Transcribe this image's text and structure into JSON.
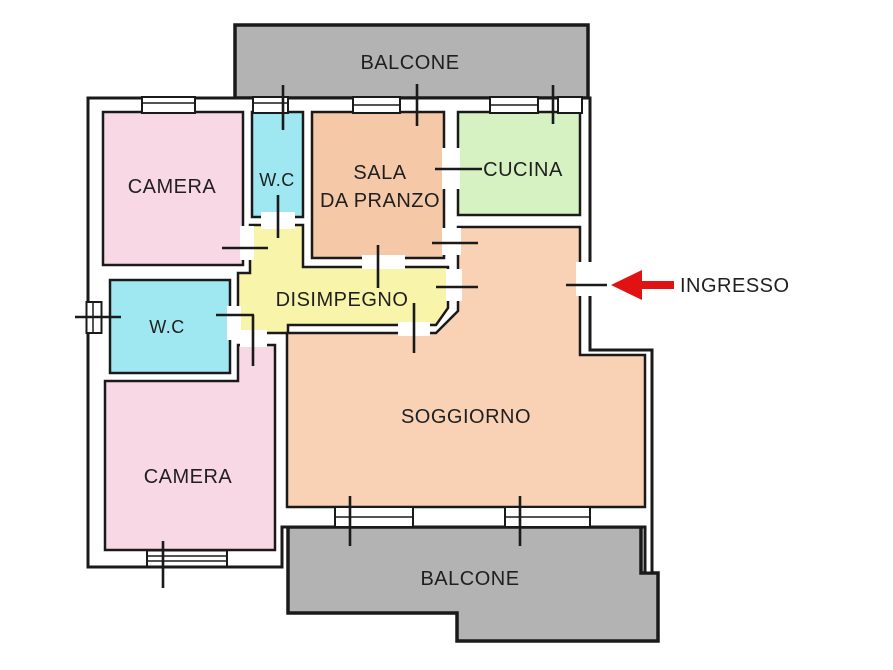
{
  "colors": {
    "wall": "#1a1a1a",
    "text": "#1f1f1f",
    "camera": "#f9d8e6",
    "wc": "#9fe8f1",
    "sala": "#f5c8a8",
    "cucina": "#d6f1c2",
    "disimpegno": "#f8f4aa",
    "soggiorno": "#f9d2b6",
    "balcone": "#b3b3b3",
    "arrow": "#e01212"
  },
  "rooms": {
    "balcone_top": {
      "label": "BALCONE"
    },
    "camera_top": {
      "label": "CAMERA"
    },
    "wc_top": {
      "label": "W.C"
    },
    "sala": {
      "label_line1": "SALA",
      "label_line2": "DA PRANZO"
    },
    "cucina": {
      "label": "CUCINA"
    },
    "disimpegno": {
      "label": "DISIMPEGNO"
    },
    "wc_left": {
      "label": "W.C"
    },
    "camera_bottom": {
      "label": "CAMERA"
    },
    "soggiorno": {
      "label": "SOGGIORNO"
    },
    "balcone_bottom": {
      "label": "BALCONE"
    }
  },
  "entrance": {
    "label": "INGRESSO"
  }
}
